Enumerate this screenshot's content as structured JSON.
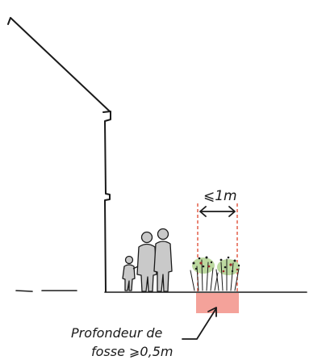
{
  "diagram": {
    "width_label": "⩽1m",
    "depth_label_line1": "Profondeur de",
    "depth_label_line2": "fosse ⩾0,5m",
    "colors": {
      "ink": "#1a1a1a",
      "dashed_guide": "#e2533c",
      "pit_fill": "#f4a29a",
      "people_fill": "#c9c9c9",
      "foliage_fill": "#bcd9a0",
      "berry": "#9b2a2a"
    }
  }
}
